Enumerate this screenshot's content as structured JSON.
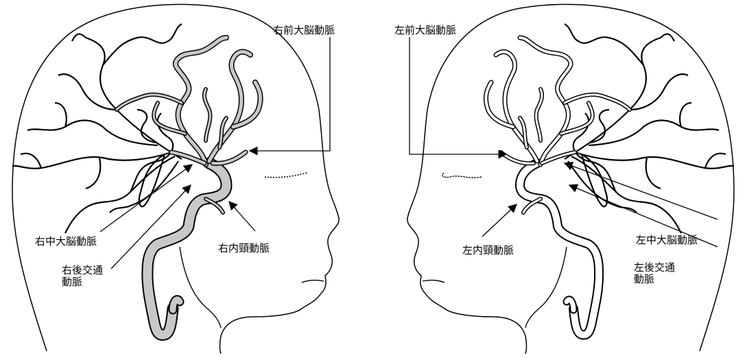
{
  "colors": {
    "line": "#000000",
    "right_artery_fill": "#c8c8c8",
    "left_artery_fill": "#ffffff",
    "background": "#ffffff"
  },
  "labels": {
    "right_aca": "右前大脳動脈",
    "left_aca": "左前大脳動脈",
    "right_mca": "右中大脳動脈",
    "right_pcom_line1": "右後交通",
    "right_pcom_line2": "動脈",
    "right_ica": "右内頸動脈",
    "left_ica": "左内頸動脈",
    "left_mca": "左中大脳動脈",
    "left_pcom_line1": "左後交通",
    "left_pcom_line2": "動脈"
  }
}
